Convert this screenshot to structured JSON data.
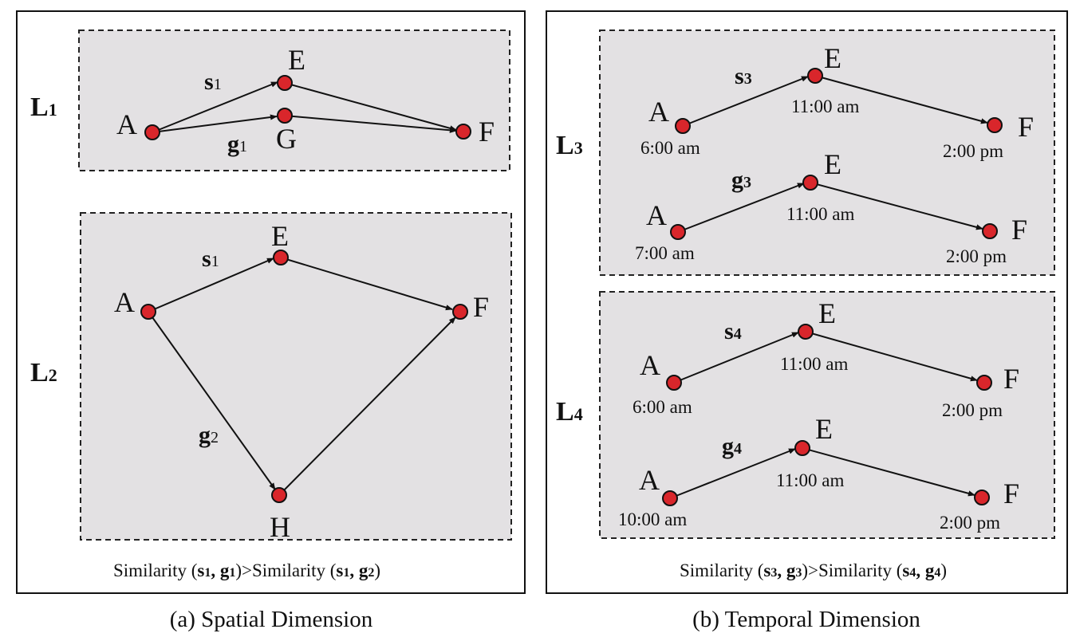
{
  "panel_a": {
    "caption": "(a) Spatial Dimension",
    "level1": {
      "letter": "L",
      "sub": "1"
    },
    "level2": {
      "letter": "L",
      "sub": "2"
    },
    "l1_nodes": {
      "a": "A",
      "e": "E",
      "g": "G",
      "f": "F"
    },
    "l1_edges": {
      "s_main": "s",
      "s_sub": "1",
      "g_main": "g",
      "g_sub": "1"
    },
    "l2_nodes": {
      "a": "A",
      "e": "E",
      "f": "F",
      "h": "H"
    },
    "l2_edges": {
      "s_main": "s",
      "s_sub": "1",
      "g_main": "g",
      "g_sub": "2"
    },
    "similarity": {
      "prefix": "Similarity (",
      "p1": "s",
      "p1s": "1",
      "p2": ", g",
      "p2s": "1",
      "mid": ")>Similarity (",
      "q1": "s",
      "q1s": "1",
      "q2": ", g",
      "q2s": "2",
      "end": ")"
    }
  },
  "panel_b": {
    "caption": "(b) Temporal Dimension",
    "level3": {
      "letter": "L",
      "sub": "3"
    },
    "level4": {
      "letter": "L",
      "sub": "4"
    },
    "l3_top": {
      "a": "A",
      "e": "E",
      "f": "F",
      "ta": "6:00 am",
      "te": "11:00 am",
      "tf": "2:00 pm",
      "edge_main": "s",
      "edge_sub": "3"
    },
    "l3_bot": {
      "a": "A",
      "e": "E",
      "f": "F",
      "ta": "7:00 am",
      "te": "11:00 am",
      "tf": "2:00 pm",
      "edge_main": "g",
      "edge_sub": "3"
    },
    "l4_top": {
      "a": "A",
      "e": "E",
      "f": "F",
      "ta": "6:00 am",
      "te": "11:00 am",
      "tf": "2:00 pm",
      "edge_main": "s",
      "edge_sub": "4"
    },
    "l4_bot": {
      "a": "A",
      "e": "E",
      "f": "F",
      "ta": "10:00 am",
      "te": "11:00 am",
      "tf": "2:00 pm",
      "edge_main": "g",
      "edge_sub": "4"
    },
    "similarity": {
      "prefix": "Similarity (",
      "p1": "s",
      "p1s": "3",
      "p2": ", g",
      "p2s": "3",
      "mid": ")>Similarity (",
      "q1": "s",
      "q1s": "4",
      "q2": ", g",
      "q2s": "4",
      "end": ")"
    }
  }
}
